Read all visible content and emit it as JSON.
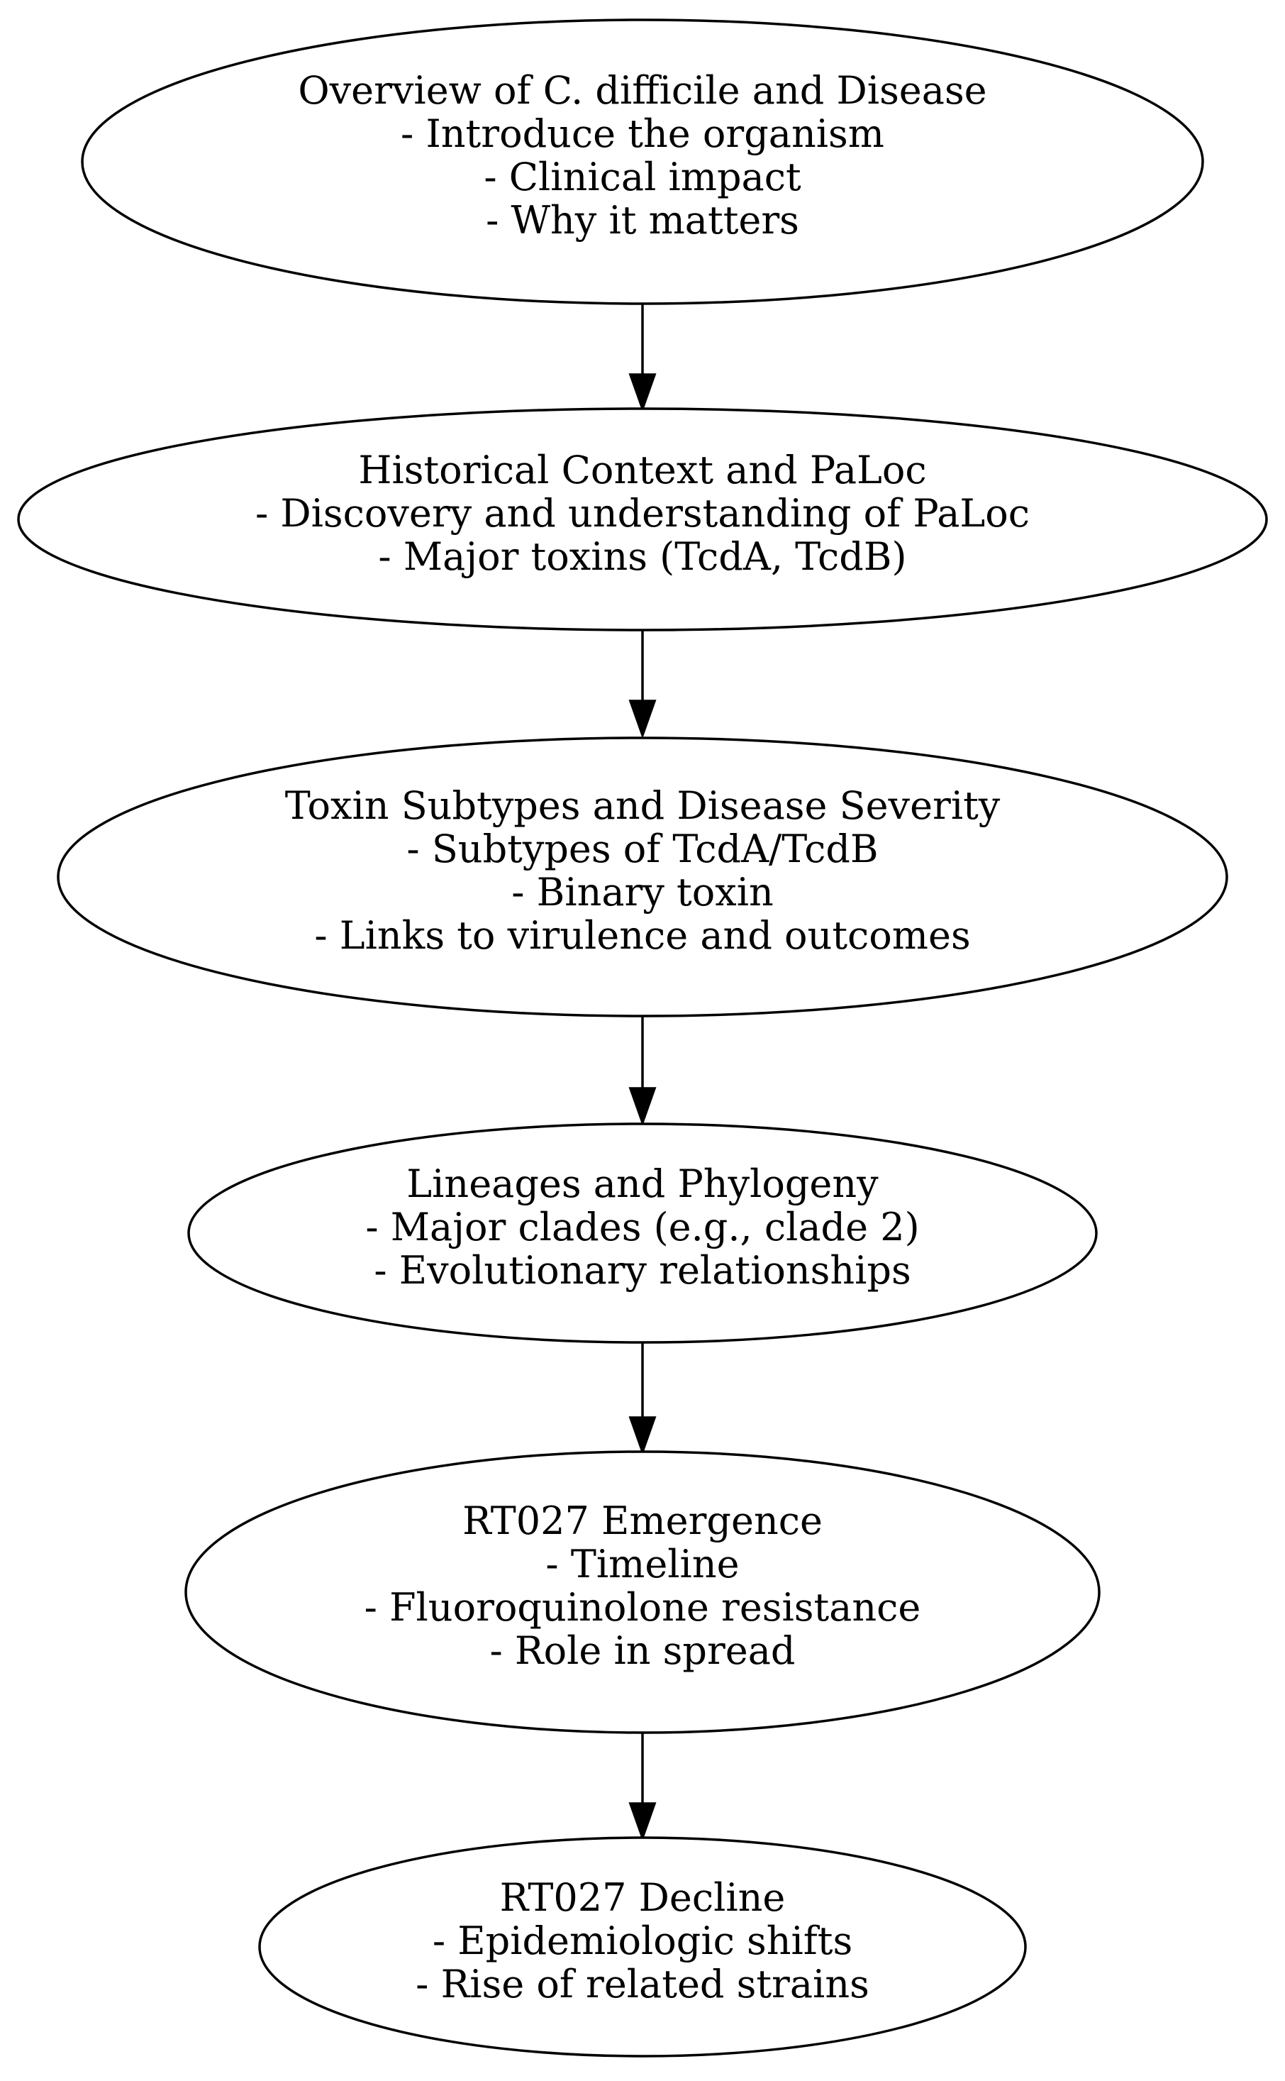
{
  "nodes": [
    {
      "id": "overview",
      "lines": [
        "Overview of C. difficile and Disease",
        "- Introduce the organism",
        "- Clinical impact",
        "- Why it matters"
      ]
    },
    {
      "id": "historical",
      "lines": [
        "Historical Context and PaLoc",
        "- Discovery and understanding of PaLoc",
        "- Major toxins (TcdA, TcdB)"
      ]
    },
    {
      "id": "toxin-subtypes",
      "lines": [
        "Toxin Subtypes and Disease Severity",
        "- Subtypes of TcdA/TcdB",
        "- Binary toxin",
        "- Links to virulence and outcomes"
      ]
    },
    {
      "id": "lineages",
      "lines": [
        "Lineages and Phylogeny",
        "- Major clades (e.g., clade 2)",
        "- Evolutionary relationships"
      ]
    },
    {
      "id": "rt027-emergence",
      "lines": [
        "RT027 Emergence",
        "- Timeline",
        "- Fluoroquinolone resistance",
        "- Role in spread"
      ]
    },
    {
      "id": "rt027-decline",
      "lines": [
        "RT027 Decline",
        "- Epidemiologic shifts",
        "- Rise of related strains"
      ]
    }
  ],
  "edges": [
    {
      "from": "overview",
      "to": "historical"
    },
    {
      "from": "historical",
      "to": "toxin-subtypes"
    },
    {
      "from": "toxin-subtypes",
      "to": "lineages"
    },
    {
      "from": "lineages",
      "to": "rt027-emergence"
    },
    {
      "from": "rt027-emergence",
      "to": "rt027-decline"
    }
  ],
  "colors": {
    "stroke": "#000000",
    "fill": "#ffffff",
    "text": "#000000"
  }
}
